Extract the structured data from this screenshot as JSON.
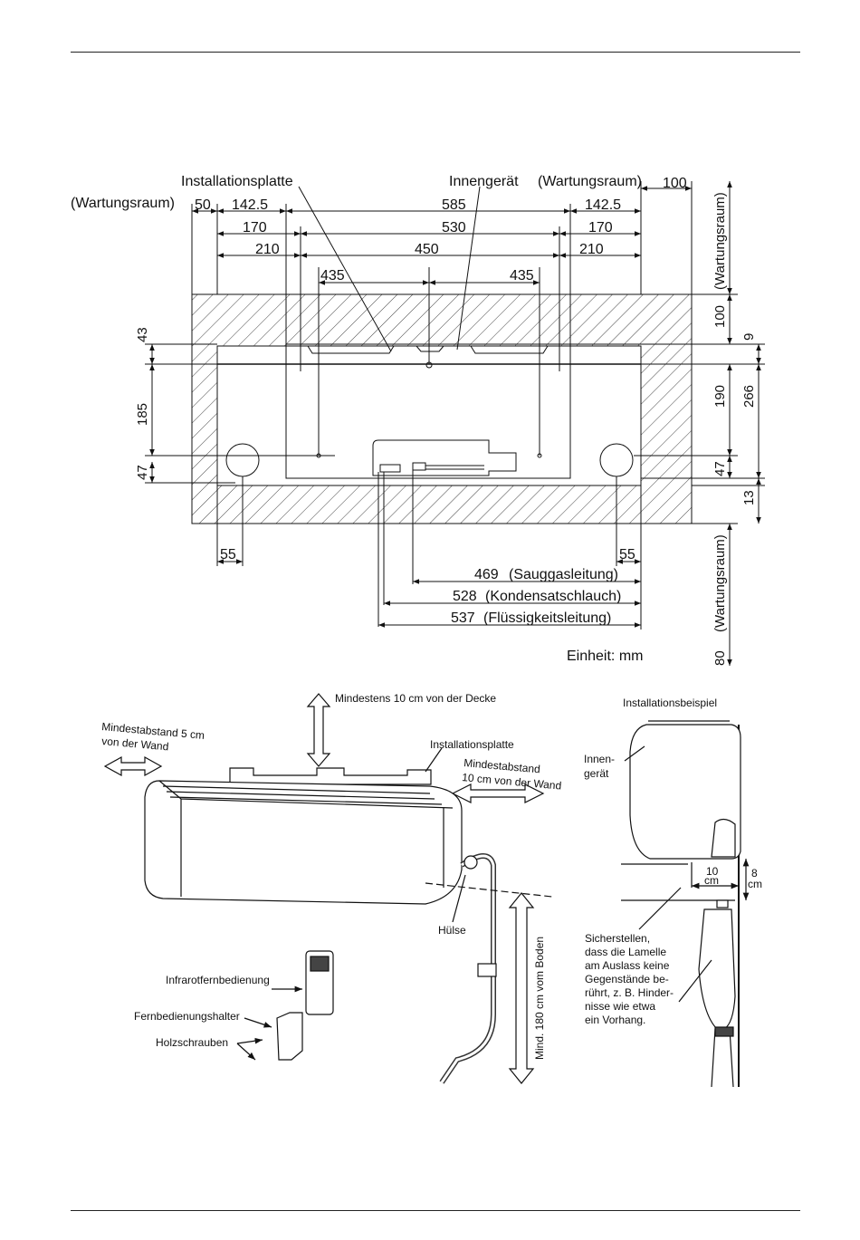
{
  "top_diagram": {
    "labels": {
      "installation_plate": "Installationsplatte",
      "indoor_unit": "Innengerät",
      "service_space_left": "(Wartungsraum)",
      "service_space_right": "(Wartungsraum)",
      "service_space_v_top": "(Wartungsraum)",
      "service_space_v_bottom": "(Wartungsraum)",
      "unit": "Einheit: mm"
    },
    "dimensions": {
      "d100_top": "100",
      "d50": "50",
      "d142_5_left": "142.5",
      "d585": "585",
      "d142_5_right": "142.5",
      "d170_left": "170",
      "d530": "530",
      "d170_right": "170",
      "d210_left": "210",
      "d450": "450",
      "d210_right": "210",
      "d435_left": "435",
      "d435_right": "435",
      "d43": "43",
      "d185": "185",
      "d47_left": "47",
      "d100_right": "100",
      "d9": "9",
      "d190": "190",
      "d266": "266",
      "d47_right": "47",
      "d13": "13",
      "d80": "80",
      "d55_left": "55",
      "d55_right": "55",
      "d469": "469",
      "d528": "528",
      "d537": "537",
      "suction_gas_line": "(Sauggasleitung)",
      "condensate_hose": "(Kondensatschlauch)",
      "liquid_line": "(Flüssigkeitsleitung)"
    }
  },
  "bottom_diagram": {
    "labels": {
      "ceiling_clearance": "Mindestens 10 cm von der Decke",
      "wall_clearance_5_line1": "Mindestabstand 5 cm",
      "wall_clearance_5_line2": "von der Wand",
      "installation_plate": "Installationsplatte",
      "wall_clearance_10_line1": "Mindestabstand",
      "wall_clearance_10_line2": "10 cm von der Wand",
      "sleeve": "Hülse",
      "floor_clearance": "Mind. 180 cm vom Boden",
      "ir_remote": "Infrarotfernbedienung",
      "remote_holder": "Fernbedienungshalter",
      "wood_screws": "Holzschrauben"
    },
    "example": {
      "title": "Installationsbeispiel",
      "indoor_unit_line1": "Innen-",
      "indoor_unit_line2": "gerät",
      "dim_10": "10",
      "dim_10_unit": "cm",
      "dim_8": "8",
      "dim_8_unit": "cm",
      "note_lines": [
        "Sicherstellen,",
        "dass die Lamelle",
        "am Auslass keine",
        "Gegenstände be-",
        "rührt, z. B. Hinder-",
        "nisse wie etwa",
        "ein Vorhang."
      ]
    }
  }
}
